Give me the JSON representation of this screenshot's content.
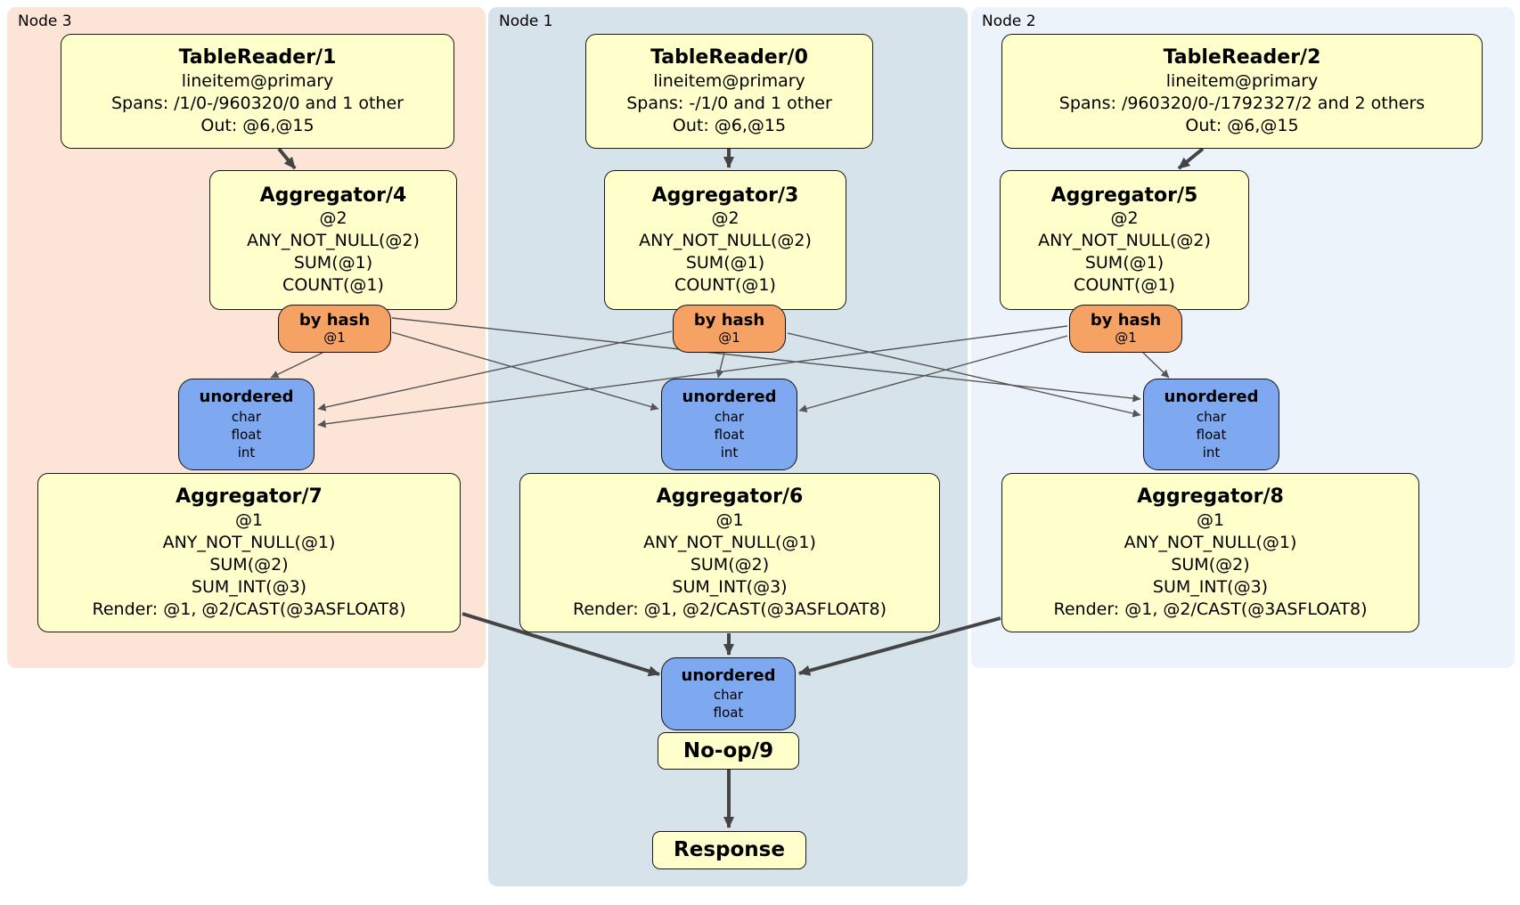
{
  "diagram": {
    "node_groups": {
      "node3": {
        "label": "Node 3"
      },
      "node1": {
        "label": "Node 1"
      },
      "node2": {
        "label": "Node 2"
      }
    },
    "colors": {
      "node3_bg": "#fce4d6",
      "node1_bg": "#d6e3ea",
      "node2_bg": "#edf3fb",
      "processor_fill": "#ffffcc",
      "router_fill": "#f5a264",
      "sync_fill": "#7ea9f0",
      "edge_thick": "#444444",
      "edge_thin": "#555555"
    },
    "processors": {
      "tr1": {
        "title": "TableReader/1",
        "lines": [
          "lineitem@primary",
          "Spans: /1/0-/960320/0 and 1 other",
          "Out: @6,@15"
        ]
      },
      "tr0": {
        "title": "TableReader/0",
        "lines": [
          "lineitem@primary",
          "Spans: -/1/0 and 1 other",
          "Out: @6,@15"
        ]
      },
      "tr2": {
        "title": "TableReader/2",
        "lines": [
          "lineitem@primary",
          "Spans: /960320/0-/1792327/2 and 2 others",
          "Out: @6,@15"
        ]
      },
      "agg4": {
        "title": "Aggregator/4",
        "lines": [
          "@2",
          "ANY_NOT_NULL(@2)",
          "SUM(@1)",
          "COUNT(@1)"
        ]
      },
      "agg3": {
        "title": "Aggregator/3",
        "lines": [
          "@2",
          "ANY_NOT_NULL(@2)",
          "SUM(@1)",
          "COUNT(@1)"
        ]
      },
      "agg5": {
        "title": "Aggregator/5",
        "lines": [
          "@2",
          "ANY_NOT_NULL(@2)",
          "SUM(@1)",
          "COUNT(@1)"
        ]
      },
      "agg7": {
        "title": "Aggregator/7",
        "lines": [
          "@1",
          "ANY_NOT_NULL(@1)",
          "SUM(@2)",
          "SUM_INT(@3)",
          "Render: @1, @2/CAST(@3ASFLOAT8)"
        ]
      },
      "agg6": {
        "title": "Aggregator/6",
        "lines": [
          "@1",
          "ANY_NOT_NULL(@1)",
          "SUM(@2)",
          "SUM_INT(@3)",
          "Render: @1, @2/CAST(@3ASFLOAT8)"
        ]
      },
      "agg8": {
        "title": "Aggregator/8",
        "lines": [
          "@1",
          "ANY_NOT_NULL(@1)",
          "SUM(@2)",
          "SUM_INT(@3)",
          "Render: @1, @2/CAST(@3ASFLOAT8)"
        ]
      },
      "noop": {
        "title": "No-op/9"
      },
      "response": {
        "title": "Response"
      }
    },
    "routers": {
      "hash3": {
        "title": "by hash",
        "lines": [
          "@1"
        ]
      },
      "hash1": {
        "title": "by hash",
        "lines": [
          "@1"
        ]
      },
      "hash2": {
        "title": "by hash",
        "lines": [
          "@1"
        ]
      }
    },
    "syncs": {
      "un3": {
        "title": "unordered",
        "lines": [
          "char",
          "float",
          "int"
        ]
      },
      "un1": {
        "title": "unordered",
        "lines": [
          "char",
          "float",
          "int"
        ]
      },
      "un2": {
        "title": "unordered",
        "lines": [
          "char",
          "float",
          "int"
        ]
      },
      "unfinal": {
        "title": "unordered",
        "lines": [
          "char",
          "float"
        ]
      }
    }
  }
}
